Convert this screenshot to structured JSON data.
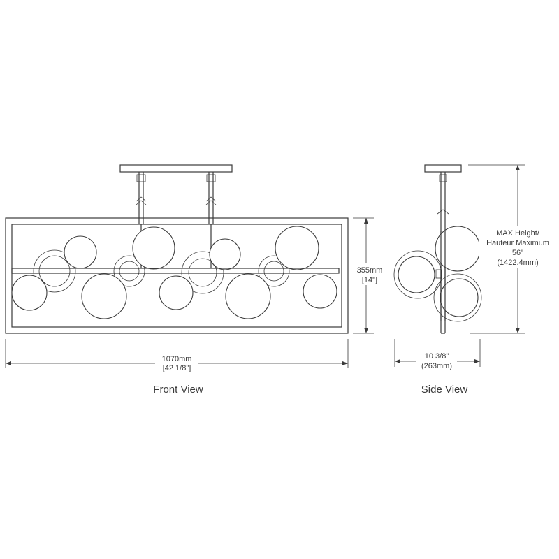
{
  "front_view": {
    "caption": "Front View",
    "height_dim": {
      "metric": "355mm",
      "imperial": "[14\"]"
    },
    "width_dim": {
      "metric": "1070mm",
      "imperial": "[42 1/8\"]"
    }
  },
  "side_view": {
    "caption": "Side View",
    "depth_dim": {
      "imperial": "10 3/8\"",
      "metric": "(263mm)"
    },
    "max_height": {
      "line1": "MAX Height/",
      "line2": "Hauteur Maximum",
      "line3": "56\"",
      "line4": "(1422.4mm)"
    }
  }
}
